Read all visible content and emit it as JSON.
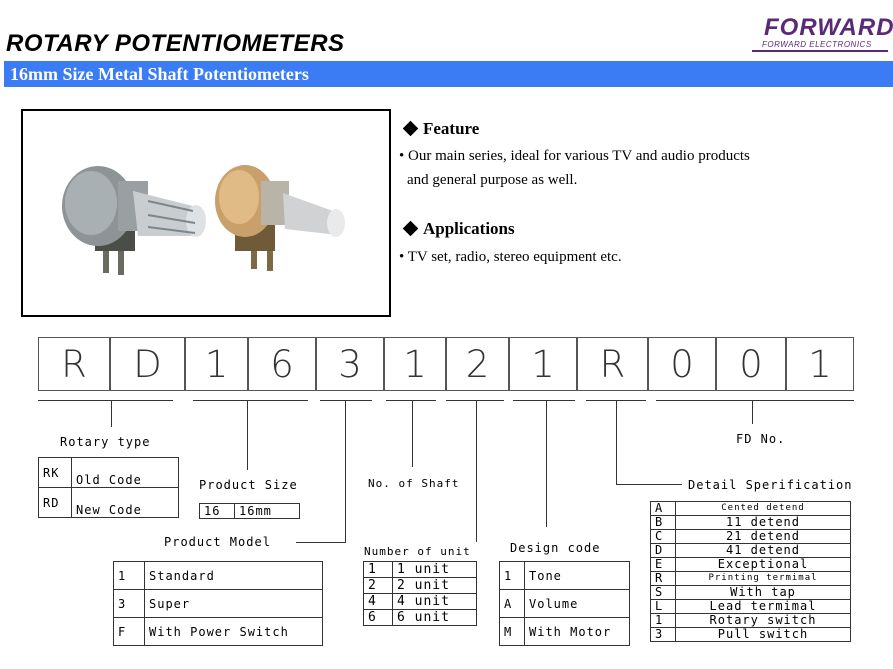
{
  "header": {
    "title": "ROTARY POTENTIOMETERS",
    "subtitle": "16mm Size Metal Shaft  Potentiometers",
    "logo_text": "FORWARD",
    "logo_sub": "FORWARD ELECTRONICS"
  },
  "feature": {
    "heading": "Feature",
    "line1": "Our main series, ideal for various TV and audio products",
    "line2": "and general purpose as well."
  },
  "applications": {
    "heading": "Applications",
    "line1": "TV set, radio, stereo equipment etc."
  },
  "code_chars": [
    "R",
    "D",
    "1",
    "6",
    "3",
    "1",
    "2",
    "1",
    "R",
    "0",
    "0",
    "1"
  ],
  "labels": {
    "rotary_type": "Rotary type",
    "product_size": "Product Size",
    "no_of_shaft": "No. of Shaft",
    "fd_no": "FD No.",
    "detail_spec": "Detail Sperification",
    "product_model": "Product Model",
    "number_of_unit": "Number of unit",
    "design_code": "Design code"
  },
  "rotary_type_table": [
    {
      "code": "RK",
      "desc": "Old Code"
    },
    {
      "code": "RD",
      "desc": "New Code"
    }
  ],
  "product_size_table": [
    {
      "code": "16",
      "desc": "16mm"
    }
  ],
  "product_model_table": [
    {
      "code": "1",
      "desc": "Standard"
    },
    {
      "code": "3",
      "desc": "Super"
    },
    {
      "code": "F",
      "desc": "With Power Switch"
    }
  ],
  "unit_table": [
    {
      "code": "1",
      "desc": "1 unit"
    },
    {
      "code": "2",
      "desc": "2 unit"
    },
    {
      "code": "4",
      "desc": "4 unit"
    },
    {
      "code": "6",
      "desc": "6 unit"
    }
  ],
  "design_table": [
    {
      "code": "1",
      "desc": "Tone"
    },
    {
      "code": "A",
      "desc": "Volume"
    },
    {
      "code": "M",
      "desc": "With Motor"
    }
  ],
  "detail_table": [
    {
      "code": "A",
      "desc": "Cented detend"
    },
    {
      "code": "B",
      "desc": "11 detend"
    },
    {
      "code": "C",
      "desc": "21 detend"
    },
    {
      "code": "D",
      "desc": "41 detend"
    },
    {
      "code": "E",
      "desc": "Exceptional"
    },
    {
      "code": "R",
      "desc": "Printing termimal"
    },
    {
      "code": "S",
      "desc": "With tap"
    },
    {
      "code": "L",
      "desc": "Lead termimal"
    },
    {
      "code": "1",
      "desc": "Rotary switch"
    },
    {
      "code": "3",
      "desc": "Pull switch"
    }
  ]
}
